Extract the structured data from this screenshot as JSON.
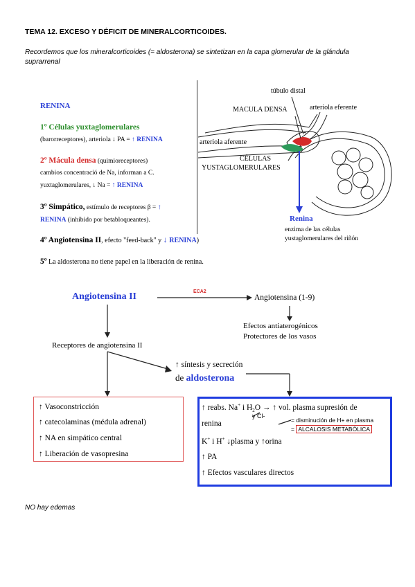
{
  "header": {
    "title": "TEMA 12. EXCESO Y DÉFICIT DE MINERALCORTICOIDES.",
    "intro_line1": "Recordemos que los mineralcorticoides (= aldosterona) se sintetizan en la capa glomerular de la glándula",
    "intro_line2": "suprarrenal"
  },
  "renina": {
    "heading": "RENINA",
    "item1_title": "1º Células yuxtaglomerulares",
    "item1_desc_a": "(barorreceptores), arteriola ",
    "item1_desc_b": " PA = ",
    "item1_desc_c": "RENINA",
    "item2_title": "2º Mácula densa",
    "item2_paren": " (quimioreceptores)",
    "item2_line2": "cambios concentració de Na, informan a C.",
    "item2_line3a": "yuxtaglomerulares, ",
    "item2_line3b": " Na = ",
    "item2_line3c": "RENINA",
    "item3_title": "3º Simpático,",
    "item3_rest": " estímulo de receptores β = ",
    "item3_line2a": "RENINA",
    "item3_line2b": " (inhibido por betabloqueantes).",
    "item4_a": "4º Angiotensina II",
    "item4_b": ", efecto \"feed-back\"  y  ",
    "item4_c": "RENINA",
    "item4_d": ")",
    "item5_a": "5º",
    "item5_b": " La aldosterona ",
    "item5_c": "no tiene papel en la liberación de renina."
  },
  "diagram": {
    "tubulo": "túbulo distal",
    "macula": "MACULA DENSA",
    "eferente": "arteriola eferente",
    "aferente": "arteriola aferente",
    "celulas1": "CÉLULAS",
    "celulas2": "YUSTAGLOMERULARES",
    "renina_label": "Renina",
    "enzima1": "enzima de las células",
    "enzima2": "yustaglomerulares del riñón",
    "colors": {
      "green": "#2d9a5a",
      "red": "#d42a2a",
      "blue": "#2a3fd6"
    }
  },
  "flow": {
    "ang2": "Angiotensina II",
    "eca2": "ECA2",
    "ang19": "Angiotensina (1-9)",
    "efectos1": "Efectos antiaterogénicos",
    "efectos2": "Protectores de los vasos",
    "receptores": "Receptores de angiotensina II",
    "sintesis": "síntesis y secreción",
    "de": "de ",
    "aldosterona": "aldosterona",
    "left_box": [
      "Vasoconstricción",
      "catecolaminas (médula adrenal)",
      "NA en simpático central",
      "Liberación de vasopresina"
    ],
    "right_box": {
      "l1a": "reabs. Na",
      "l1b": " i H",
      "l1c": "O",
      "l1d": "vol. plasma supresión de",
      "ycl": "y Cl-",
      "l2": "renina",
      "dismin": "= disminución de H+ en plasma",
      "alcalosis_eq": "= ",
      "alcalosis": "ALCALOSIS METABÓLICA",
      "l3a": "K",
      "l3b": " i H",
      "l3c": "plasma y ",
      "l3d": "orina",
      "l4": "PA",
      "l5": "Efectos vasculares directos"
    }
  },
  "footer": {
    "note": "NO hay edemas"
  },
  "icons": {
    "up": "↑",
    "down": "↓",
    "right": "→"
  }
}
